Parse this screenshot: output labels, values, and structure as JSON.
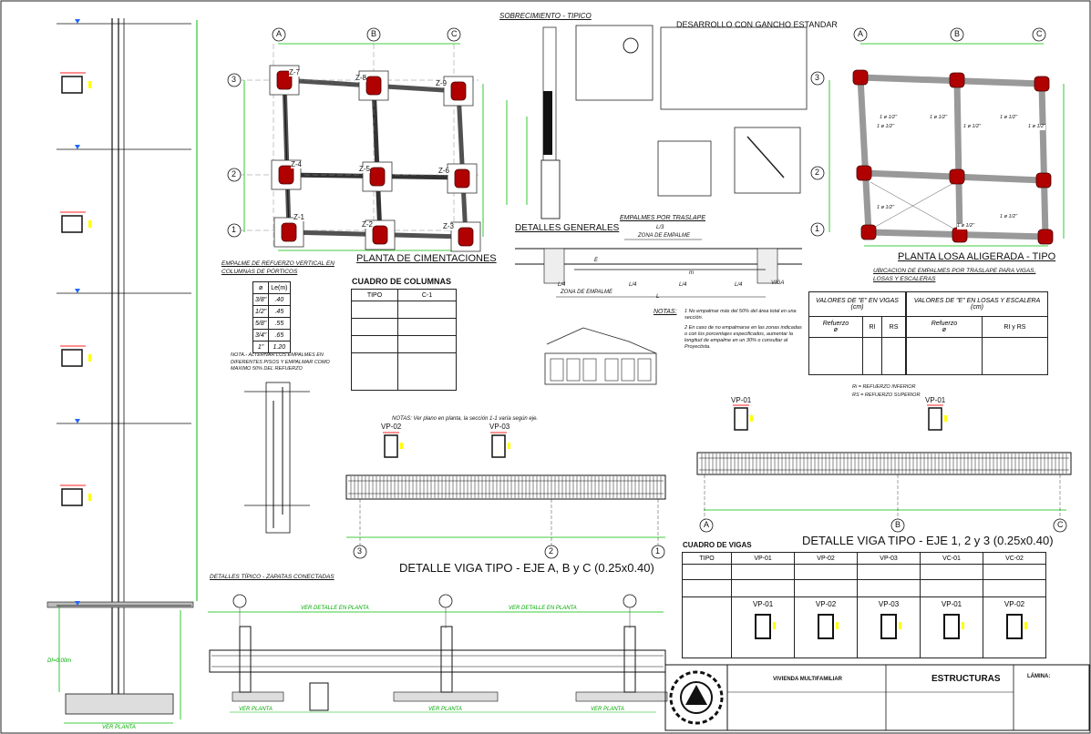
{
  "plans": {
    "foundation_title": "PLANTA DE CIMENTACIONES",
    "slab_title": "PLANTA LOSA ALIGERADA - TIPO",
    "axes_letters": [
      "A",
      "B",
      "C"
    ],
    "axes_numbers": [
      "3",
      "2",
      "1"
    ],
    "footings": [
      "Z-7",
      "Z-8",
      "Z-9",
      "Z-4",
      "Z-5",
      "Z-6",
      "Z-1",
      "Z-2",
      "Z-3"
    ],
    "slab_rebar_labels": [
      "1 ø 1/2\"",
      "1 ø 1/2\"",
      "1 ø 1/2\"",
      "1 ø 1/2\"",
      "1 ø 1/2\"",
      "1 ø 1/2\"",
      "1 ø 1/2\"",
      "1 ø 1/2\"",
      "1 ø 1/2\""
    ]
  },
  "details": {
    "sobrecimiento": "SOBRECIMIENTO - TIPICO",
    "desarrollo": "DESARROLLO CON GANCHO ESTANDAR",
    "detalles_generales": "DETALLES GENERALES",
    "empalmes_traslape": "EMPALMES POR TRASLAPE",
    "zona_empalme": "ZONA DE EMPALME",
    "l3": "L/3",
    "l4": "L/4",
    "l": "L",
    "e_sym": "E",
    "m_sym": "m",
    "viga": "VIGA",
    "empalme_vertical_title": "EMPALME DE REFUERZO VERTICAL EN COLUMNAS DE PÓRTICOS",
    "empalme_vertical_nota": "NOTA.- ALTERNAR LOS EMPALMES EN DIFERENTES PISOS Y EMPALMAR COMO MAXIMO 50% DEL REFUERZO",
    "ubicacion_title": "UBICACION DE EMPALMES POR TRASLAPE PARA VIGAS, LOSAS Y ESCALERAS",
    "notas_label": "NOTAS:",
    "nota_1": "1  No empalmar más del 50% del área total en una sección.",
    "nota_2": "2  En caso de no empalmarse en las zonas indicadas o con los porcentajes especificados, aumentar la longitud de empalme en un 30% o consultar al Proyectista.",
    "ri_note": "Ri = REFUERZO INFERIOR",
    "rs_note": "RS = REFUERZO SUPERIOR",
    "notas_viga": "NOTAS:  Ver plano en planta, la sección 1-1 varía según eje.",
    "zapatas_title": "DETALLES TÍPICO - ZAPATAS CONECTADAS",
    "ver_detalle": "VER DETALLE EN PLANTA",
    "ver_planta": "VER PLANTA",
    "df_label": "Df=0.00m"
  },
  "lap_table": {
    "headers": [
      "ø",
      "Le(m)"
    ],
    "rows": [
      [
        "3/8\"",
        ".40"
      ],
      [
        "1/2\"",
        ".45"
      ],
      [
        "5/8\"",
        ".55"
      ],
      [
        "3/4\"",
        ".65"
      ],
      [
        "1\"",
        "1.20"
      ]
    ]
  },
  "columns_table": {
    "title": "CUADRO DE COLUMNAS",
    "headers": [
      "TIPO",
      "C-1"
    ]
  },
  "valores_e_vigas": {
    "title": "VALORES DE \"E\" EN VIGAS",
    "unit": "(cm)",
    "col_refuerzo": "Refuerzo",
    "col_phi": "ø",
    "col_ri": "RI",
    "col_rs": "RS"
  },
  "valores_e_losas": {
    "title": "VALORES DE \"E\" EN LOSAS Y ESCALERA",
    "unit": "(cm)",
    "col_refuerzo": "Refuerzo",
    "col_phi": "ø",
    "col_rirs": "RI y RS"
  },
  "beam_left": {
    "title": "DETALLE VIGA TIPO  - EJE A, B y C (0.25x0.40)",
    "sections": [
      "VP-02",
      "VP-03"
    ],
    "axes": [
      "3",
      "2",
      "1"
    ]
  },
  "beam_right": {
    "title": "DETALLE VIGA TIPO  - EJE 1, 2 y 3 (0.25x0.40)",
    "sections": [
      "VP-01",
      "VP-01"
    ],
    "axes": [
      "A",
      "B",
      "C"
    ]
  },
  "beams_table": {
    "title": "CUADRO DE VIGAS",
    "headers": [
      "TIPO",
      "VP-01",
      "VP-02",
      "VP-03",
      "VC-01",
      "VC-02"
    ],
    "sections": [
      "VP-01",
      "VP-02",
      "VP-03",
      "VP-01",
      "VP-02"
    ]
  },
  "title_block": {
    "project": "VIVIENDA MULTIFAMILIAR",
    "discipline": "ESTRUCTURAS",
    "sheet": "LÁMINA:"
  },
  "colors": {
    "line": "#111111",
    "dimension": "#00bb00",
    "column": "#b00000",
    "marker": "#ff2020",
    "highlight": "#ffff00"
  }
}
